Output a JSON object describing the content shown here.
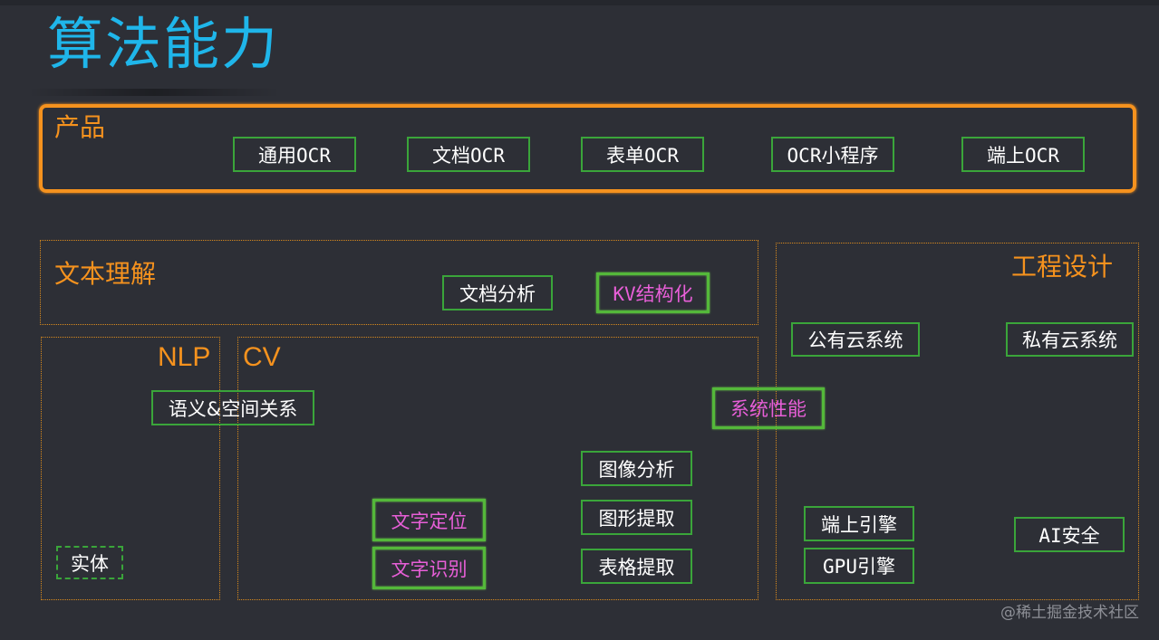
{
  "title": "算法能力",
  "regions": {
    "product": {
      "label": "产品"
    },
    "text_understanding": {
      "label": "文本理解"
    },
    "engineering": {
      "label": "工程设计"
    },
    "nlp": {
      "label": "NLP"
    },
    "cv": {
      "label": "CV"
    }
  },
  "nodes": {
    "general_ocr": "通用OCR",
    "document_ocr": "文档OCR",
    "form_ocr": "表单OCR",
    "ocr_mini_program": "OCR小程序",
    "edge_ocr": "端上OCR",
    "document_analysis": "文档分析",
    "kv_structuring": "KV结构化",
    "public_cloud_system": "公有云系统",
    "private_cloud_system": "私有云系统",
    "semantic_spatial_relation": "语义&空间关系",
    "system_performance": "系统性能",
    "image_analysis": "图像分析",
    "graphic_extraction": "图形提取",
    "table_extraction": "表格提取",
    "text_localization": "文字定位",
    "text_recognition": "文字识别",
    "edge_engine": "端上引擎",
    "gpu_engine": "GPU引擎",
    "ai_security": "AI安全",
    "entity": "实体"
  },
  "highlighted_nodes": [
    "kv_structuring",
    "system_performance",
    "text_localization",
    "text_recognition"
  ],
  "colors": {
    "background": "#2d2f36",
    "title": "#1fb6ea",
    "region_border": "#f5921e",
    "node_border": "#3aa53a",
    "highlight_text": "#e85fd8"
  },
  "watermark": "@稀土掘金技术社区"
}
